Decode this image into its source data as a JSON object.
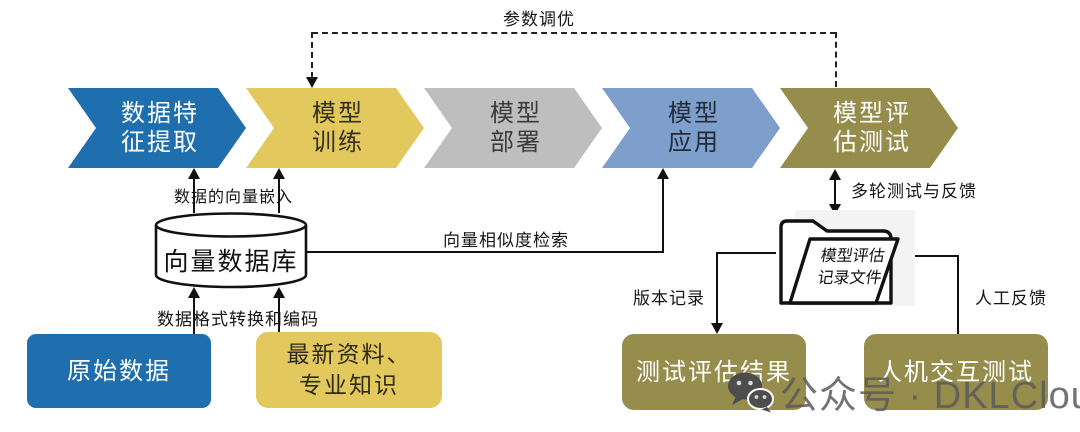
{
  "diagram": {
    "param_tuning_label": "参数调优",
    "pipeline": [
      {
        "label": "数据特\n征提取",
        "fill": "#1F6FAE",
        "text_color": "#FFFFFF"
      },
      {
        "label": "模型\n训练",
        "fill": "#E2C85D",
        "text_color": "#34301C"
      },
      {
        "label": "模型\n部署",
        "fill": "#BFBEBE",
        "text_color": "#3B3B3B"
      },
      {
        "label": "模型\n应用",
        "fill": "#7E9FCB",
        "text_color": "#232B38"
      },
      {
        "label": "模型评\n估测试",
        "fill": "#968D4D",
        "text_color": "#FFFFFF"
      }
    ],
    "vector_db_label": "向量数据库",
    "edge_labels": {
      "embedding": "数据的向量嵌入",
      "similarity": "向量相似度检索",
      "encoding": "数据格式转换和编码",
      "multiround": "多轮测试与反馈",
      "version": "版本记录",
      "feedback": "人工反馈"
    },
    "folder_label": "模型评估\n记录文件",
    "source_boxes": {
      "raw": {
        "label": "原始数据",
        "fill": "#1F6FAE"
      },
      "knowledge": {
        "label": "最新资料、\n专业知识",
        "fill": "#E2C85D"
      }
    },
    "result_boxes": {
      "test": {
        "label": "测试评估结果",
        "fill": "#968D4D"
      },
      "human": {
        "label": "人机交互测试",
        "fill": "#968D4D"
      }
    },
    "watermark": "公众号 · DKLCloud",
    "colors": {
      "dark_blue": "#1F6FAE",
      "yellow": "#E2C85D",
      "gray": "#BFBEBE",
      "light_blue": "#7E9FCB",
      "olive": "#968D4D",
      "line": "#111111",
      "watermark_gray": "#5A5A5A"
    }
  }
}
